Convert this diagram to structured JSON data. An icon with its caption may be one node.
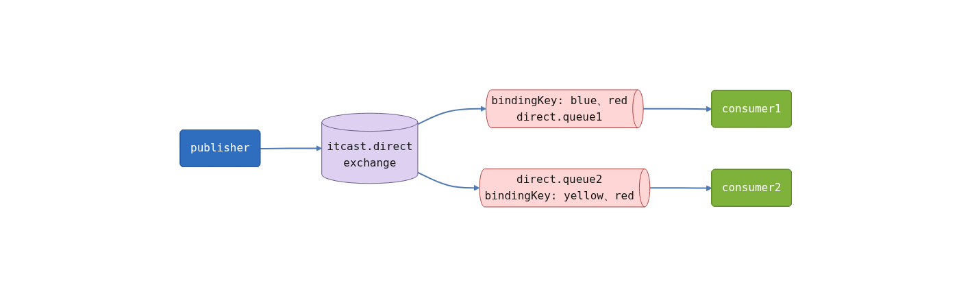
{
  "diagram": {
    "nodes": [
      {
        "text": [
          "publisher"
        ]
      },
      {
        "text": [
          "itcast.direct",
          "exchange"
        ]
      },
      {
        "text": [
          "bindingKey: blue、red",
          "direct.queue1"
        ]
      },
      {
        "text": [
          "direct.queue2",
          "bindingKey: yellow、red"
        ]
      },
      {
        "text": [
          "consumer1"
        ]
      },
      {
        "text": [
          "consumer2"
        ]
      }
    ],
    "edges": [
      {
        "from": 0,
        "to": 1,
        "arrow": "to"
      },
      {
        "from": 1,
        "to": 2,
        "arrow": "to"
      },
      {
        "from": 1,
        "to": 3,
        "arrow": "to"
      },
      {
        "from": 2,
        "to": 4,
        "arrow": "to"
      },
      {
        "from": 3,
        "to": 5,
        "arrow": "to"
      }
    ]
  }
}
